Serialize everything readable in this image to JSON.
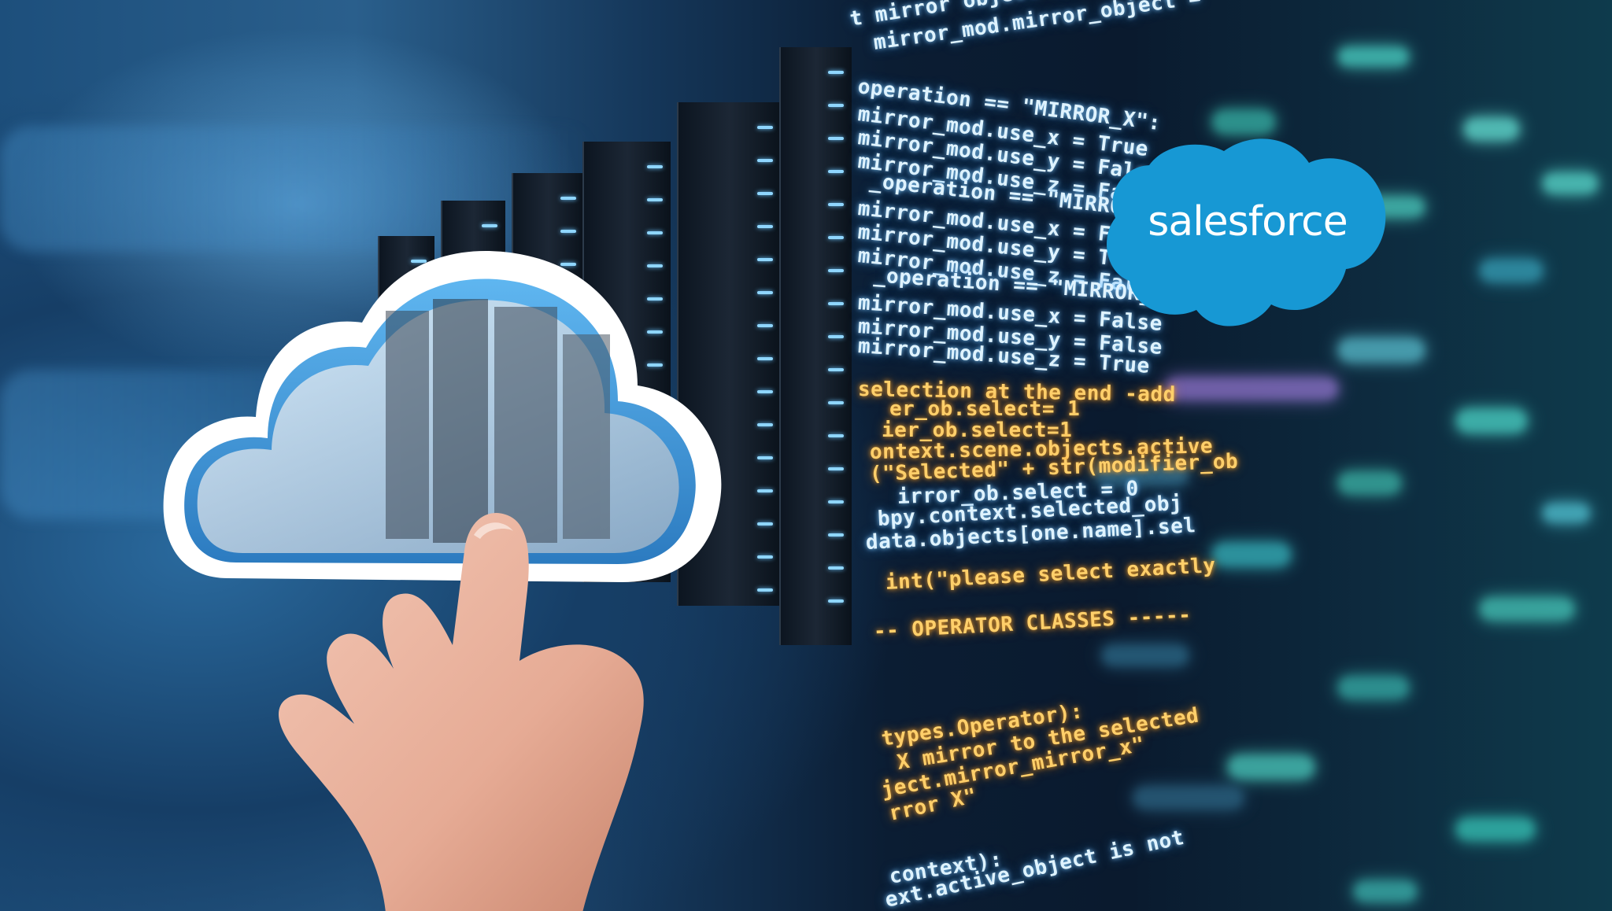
{
  "brand": {
    "logo_text": "salesforce",
    "logo_color": "#1798d4",
    "logo_text_color": "#ffffff"
  },
  "code_lines": [
    {
      "text": "t mirror object to mirror_ob",
      "color": "blue"
    },
    {
      "text": "mirror_mod.mirror_object =",
      "color": "blue"
    },
    {
      "text": "operation == \"MIRROR_X\":",
      "color": "blue"
    },
    {
      "text": "mirror_mod.use_x = True",
      "color": "blue"
    },
    {
      "text": "mirror_mod.use_y = False",
      "color": "blue"
    },
    {
      "text": "mirror_mod.use_z = False",
      "color": "blue"
    },
    {
      "text": "_operation == \"MIRROR_Y\"",
      "color": "blue"
    },
    {
      "text": "mirror_mod.use_x = False",
      "color": "blue"
    },
    {
      "text": "mirror_mod.use_y = True",
      "color": "blue"
    },
    {
      "text": "mirror_mod.use_z = False",
      "color": "blue"
    },
    {
      "text": "_operation == \"MIRROR_Z\"",
      "color": "blue"
    },
    {
      "text": "mirror_mod.use_x = False",
      "color": "blue"
    },
    {
      "text": "mirror_mod.use_y = False",
      "color": "blue"
    },
    {
      "text": "mirror_mod.use_z = True",
      "color": "blue"
    },
    {
      "text": "selection at the end -add",
      "color": "gold"
    },
    {
      "text": "er_ob.select= 1",
      "color": "gold"
    },
    {
      "text": "ier_ob.select=1",
      "color": "gold"
    },
    {
      "text": "ontext.scene.objects.active",
      "color": "gold"
    },
    {
      "text": "(\"Selected\" + str(modifier_ob",
      "color": "gold"
    },
    {
      "text": "irror_ob.select = 0",
      "color": "blue"
    },
    {
      "text": "bpy.context.selected_obj",
      "color": "blue"
    },
    {
      "text": "data.objects[one.name].sel",
      "color": "blue"
    },
    {
      "text": "int(\"please select exactly",
      "color": "gold"
    },
    {
      "text": "-- OPERATOR CLASSES -----",
      "color": "gold"
    },
    {
      "text": "types.Operator):",
      "color": "gold"
    },
    {
      "text": "X mirror to the selected",
      "color": "gold"
    },
    {
      "text": "ject.mirror_mirror_x\"",
      "color": "gold"
    },
    {
      "text": "rror X\"",
      "color": "gold"
    },
    {
      "text": "context):",
      "color": "blue"
    },
    {
      "text": "ext.active_object is not",
      "color": "blue"
    }
  ]
}
